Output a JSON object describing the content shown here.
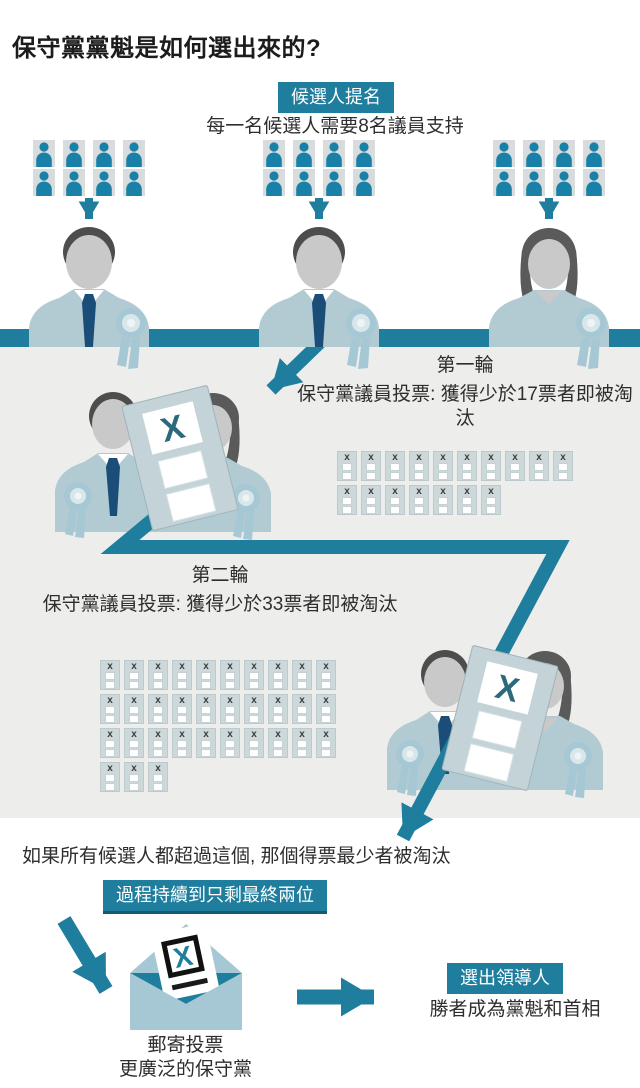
{
  "title": "保守黨黨魁是如何選出來的?",
  "colors": {
    "accent": "#1f7e9d",
    "voter": "#1981a8",
    "panel": "#ededeb",
    "suit": "#b2cbd3",
    "face": "#c9c9c9",
    "hair": "#4d4d4d",
    "tie": "#1a4d78",
    "rosette": "#a5c8d4",
    "ballot_bg": "#cdd8db"
  },
  "nomination": {
    "badge": "候選人提名",
    "caption": "每一名候選人需要8名議員支持",
    "supporters_per_candidate": 8,
    "candidate_count": 3
  },
  "round1": {
    "heading": "第一輪",
    "caption": "保守黨議員投票: 獲得少於17票者即被淘汰",
    "ballots": 17
  },
  "round2": {
    "heading": "第二輪",
    "caption": "保守黨議員投票: 獲得少於33票者即被淘汰",
    "ballots": 33
  },
  "elimination": {
    "note": "如果所有候選人都超過這個, 那個得票最少者被淘汰",
    "badge": "過程持續到只剩最終兩位"
  },
  "postal": {
    "line1": "郵寄投票",
    "line2": "更廣泛的保守黨"
  },
  "leader": {
    "badge": "選出領導人",
    "caption": "勝者成為黨魁和首相"
  },
  "icons": {
    "voter": "person-silhouette",
    "ballot": "ballot-card-with-x",
    "envelope": "open-envelope-with-ballot",
    "arrow": "teal-flow-arrow"
  }
}
